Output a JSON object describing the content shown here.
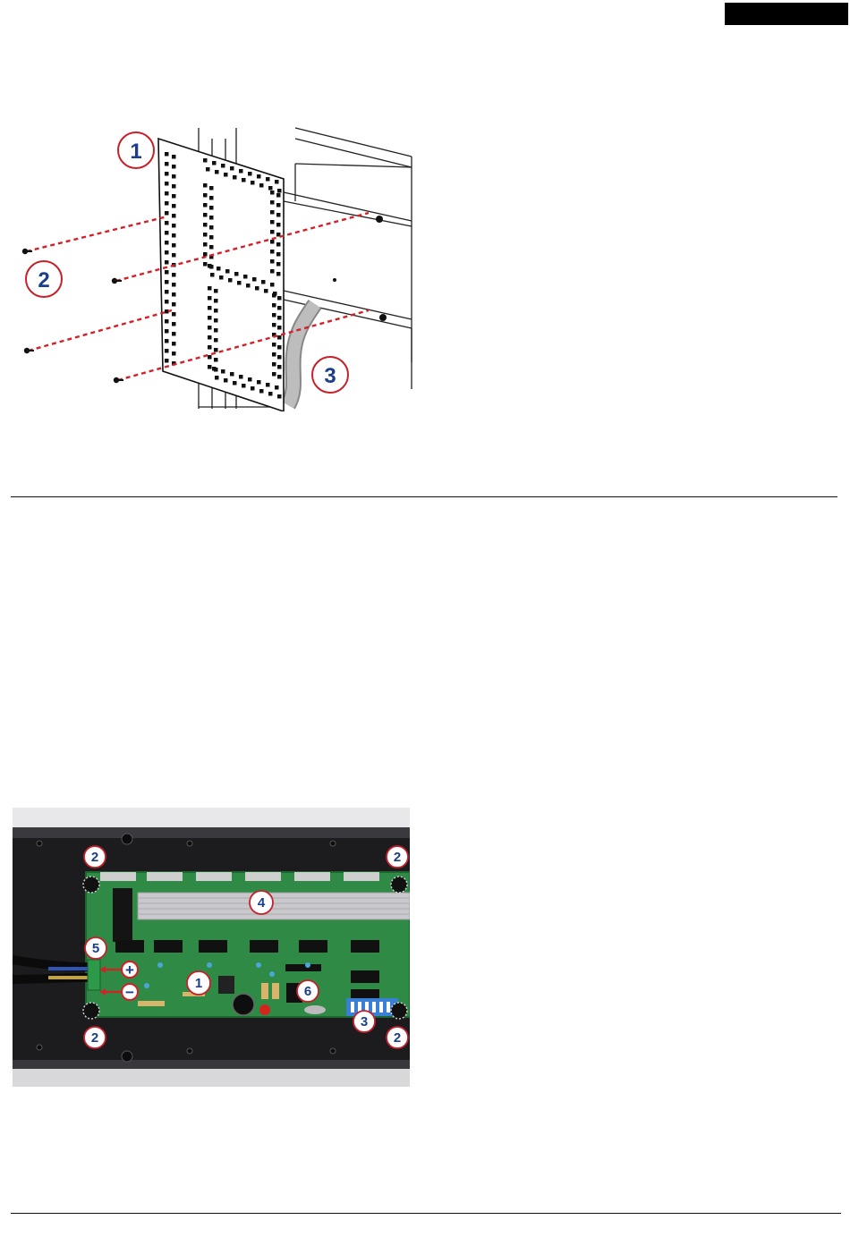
{
  "figure1": {
    "callouts": [
      {
        "id": "panel",
        "label": "1"
      },
      {
        "id": "screws",
        "label": "2"
      },
      {
        "id": "ribbon-cable",
        "label": "3"
      }
    ]
  },
  "figure2": {
    "callouts": [
      {
        "id": "screw-top-left",
        "label": "2"
      },
      {
        "id": "screw-top-right",
        "label": "2"
      },
      {
        "id": "ribbon-cable",
        "label": "4"
      },
      {
        "id": "terminal-block",
        "label": "5"
      },
      {
        "id": "regulator",
        "label": "1"
      },
      {
        "id": "chip",
        "label": "6"
      },
      {
        "id": "dip-switch",
        "label": "3"
      },
      {
        "id": "screw-bottom-left",
        "label": "2"
      },
      {
        "id": "screw-bottom-right",
        "label": "2"
      }
    ],
    "polarity": {
      "plus": "+",
      "minus": "−"
    }
  },
  "colors": {
    "callout_ring": "#c8202a",
    "callout_text": "#1a3e8c",
    "dashed_line": "#d42026",
    "pcb": "#2f8a45"
  }
}
